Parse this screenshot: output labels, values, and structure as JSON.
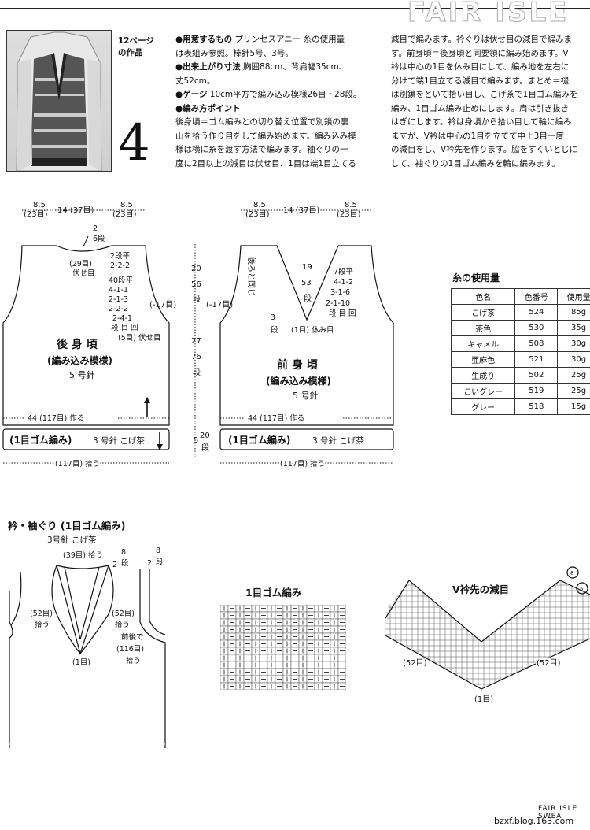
{
  "header": {
    "banner": "FAIR ISLE SWEA"
  },
  "intro": {
    "page_ref": "12ページ",
    "page_ref2": "の作品",
    "item_number": "4"
  },
  "materials": {
    "label": "●用意するもの",
    "line1": "プリンセスアニー 糸の使用量",
    "line2": "は表組み参照。棒針5号、3号。",
    "size_label": "●出来上がり寸法",
    "size1": "胸囲88cm、背肩幅35cm、",
    "size2": "丈52cm。",
    "gauge_label": "●ゲージ",
    "gauge": "10cm平方で編み込み模様26目・28段。",
    "points_label": "●編み方ポイント",
    "p1": "後身頃＝ゴム編みとの切り替え位置で別鎖の裏",
    "p2": "山を拾う作り目をして編み始めます。編み込み模",
    "p3": "様は横に糸を渡す方法で編みます。袖ぐりの一",
    "p4": "度に2目以上の減目は伏せ目、1目は端1目立てる"
  },
  "instructions": {
    "l1": "減目で編みます。衿ぐりは伏せ目の減目で編みま",
    "l2": "す。前身頃＝後身頃と同要領に編み始めます。V",
    "l3": "衿は中心の1目を休み目にして、編み地を左右に",
    "l4": "分けて端1目立てる減目で編みます。まとめ＝褪",
    "l5": "は別鎖をといて拾い目し、こげ茶で1目ゴム編みを",
    "l6": "編み、1目ゴム編み止めにします。肩は引き抜き",
    "l7": "はぎにします。衿は身頃から拾い目して輪に編み",
    "l8": "ますが、V衿は中心の1目を立てて中上3目一度",
    "l9": "の減目をし、V衿先を作ります。脇をすくいとじに",
    "l10": "して、袖ぐりの1目ゴム編みを輪に編みます。"
  },
  "back": {
    "title": "後 身 頃",
    "pattern": "(編み込み模様)",
    "needle": "5 号針",
    "shoulder_w": "8.5",
    "shoulder_st": "(23目)",
    "neck_w": "14 (37目)",
    "neck_rows": "2",
    "neck_rows_unit": "6段",
    "neck_bind": "(29目)",
    "neck_bind2": "伏せ目",
    "neck_dec": [
      "2段平",
      "2-2-2"
    ],
    "arm_dec": [
      "40段平",
      "4-1-1",
      "2-1-3",
      "2-2-2",
      "2-4-1",
      "段 目 回"
    ],
    "arm_bind": "(5目) 伏せ目",
    "arm_total": "(-17目)",
    "cast_on": "44 (117目) 作る",
    "rib": "(1目ゴム編み)",
    "rib_needle": "3 号針 こげ茶",
    "pick": "(117目) 拾う"
  },
  "middle": {
    "h1": "20",
    "h1_rows": "56",
    "h1_unit": "段",
    "h2": "27",
    "h2_rows": "76",
    "h2_unit": "段",
    "h3": "5",
    "h3_rows": "20",
    "h3_unit": "段"
  },
  "front": {
    "title": "前 身 頃",
    "pattern": "(編み込み模様)",
    "needle": "5 号針",
    "same_as_back": "後ろと同じ",
    "arm_total": "(-17目)",
    "v_h": "19",
    "v_rows": "53",
    "v_unit": "段",
    "v_dec": [
      "7段平",
      "4-1-2",
      "3-1-6",
      "2-1-10",
      "段 目 回"
    ],
    "center_rows": "3",
    "center_unit": "段",
    "center_rest": "(1目) 休み目",
    "cast_on": "44 (117目) 作る",
    "rib": "(1目ゴム編み)",
    "rib_needle": "3 号針 こげ茶",
    "pick": "(117目) 拾う"
  },
  "yarn_table": {
    "title": "糸の使用量",
    "headers": [
      "色名",
      "色番号",
      "使用量"
    ],
    "rows": [
      [
        "こげ茶",
        "524",
        "85g"
      ],
      [
        "茶色",
        "530",
        "35g"
      ],
      [
        "キャメル",
        "508",
        "30g"
      ],
      [
        "亜麻色",
        "521",
        "30g"
      ],
      [
        "生成り",
        "502",
        "25g"
      ],
      [
        "こいグレー",
        "519",
        "25g"
      ],
      [
        "グレー",
        "518",
        "15g"
      ]
    ]
  },
  "collar": {
    "title": "衿・袖ぐり (1目ゴム編み)",
    "needle": "3号針 こげ茶",
    "back_pick": "(39目) 拾う",
    "rows_a": "2",
    "rows_a2": "8",
    "rows_a_unit": "段",
    "rows_b": "2",
    "rows_b2": "8",
    "rows_b_unit": "段",
    "left_pick": "(52目)",
    "left_pick2": "拾う",
    "right_pick": "(52目)",
    "right_pick2": "拾う",
    "center": "(1目)",
    "arm_pick_a": "前後で",
    "arm_pick_b": "(116目)",
    "arm_pick_c": "拾う"
  },
  "rib_chart": {
    "title": "1目ゴム編み"
  },
  "v_chart": {
    "title": "V衿先の減目",
    "left": "(52目)",
    "right": "(52目)",
    "center": "(1目)",
    "mark_a": "8",
    "mark_b": "5"
  },
  "footer": {
    "brand": "FAIR ISLE SWEA",
    "site": "bzxf.blog.163.com"
  }
}
